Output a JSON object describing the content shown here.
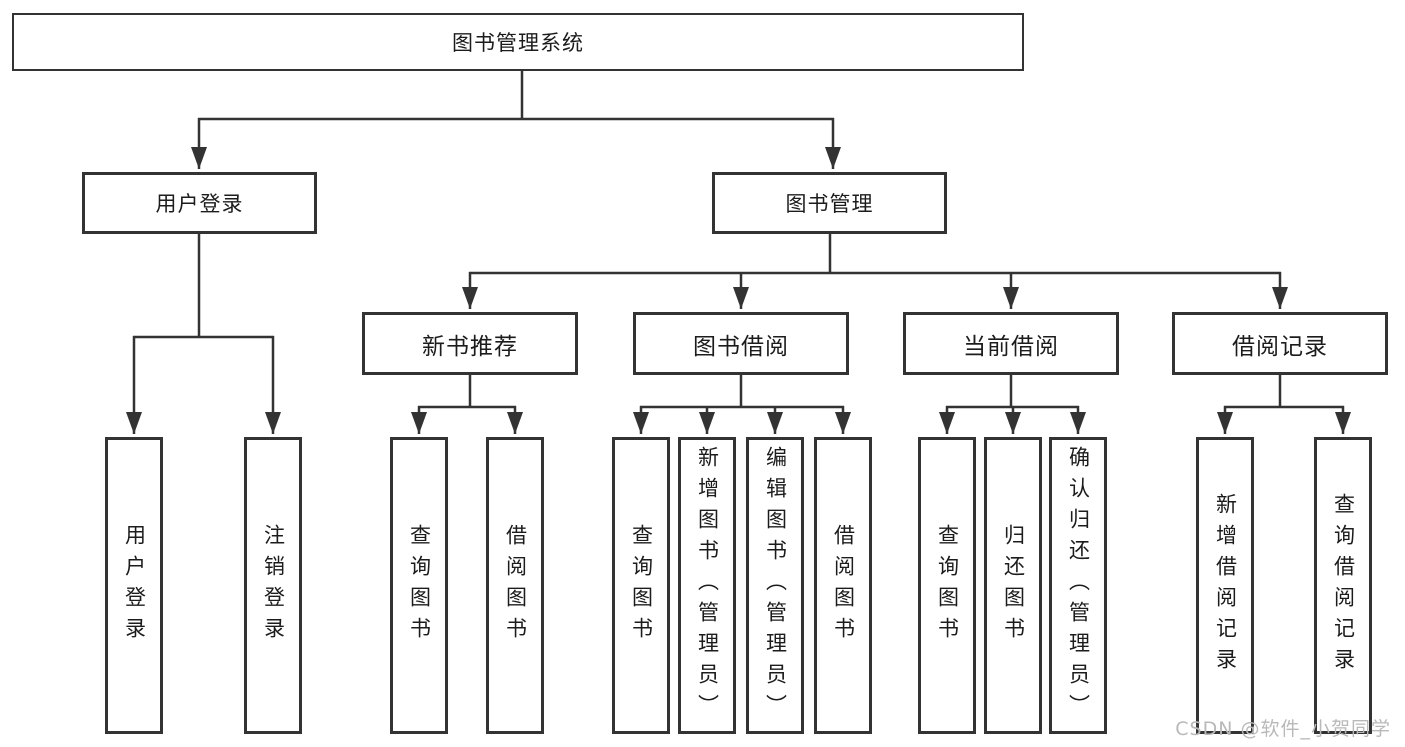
{
  "watermark": {
    "text": "CSDN @软件_小贺同学"
  },
  "colors": {
    "line": "#333333",
    "box_border": "#333333",
    "box_fill": "#ffffff",
    "text": "#1c1c1c",
    "watermark": "#b9b9b9"
  },
  "tree": {
    "label": "图书管理系统",
    "children": [
      {
        "label": "用户登录",
        "children": [
          {
            "label": "用户登录"
          },
          {
            "label": "注销登录"
          }
        ]
      },
      {
        "label": "图书管理",
        "children": [
          {
            "label": "新书推荐",
            "children": [
              {
                "label": "查询图书"
              },
              {
                "label": "借阅图书"
              }
            ]
          },
          {
            "label": "图书借阅",
            "children": [
              {
                "label": "查询图书"
              },
              {
                "label": "新增图书（管理员）"
              },
              {
                "label": "编辑图书（管理员）"
              },
              {
                "label": "借阅图书"
              }
            ]
          },
          {
            "label": "当前借阅",
            "children": [
              {
                "label": "查询图书"
              },
              {
                "label": "归还图书"
              },
              {
                "label": "确认归还（管理员）"
              }
            ]
          },
          {
            "label": "借阅记录",
            "children": [
              {
                "label": "新增借阅记录"
              },
              {
                "label": "查询借阅记录"
              }
            ]
          }
        ]
      }
    ]
  }
}
